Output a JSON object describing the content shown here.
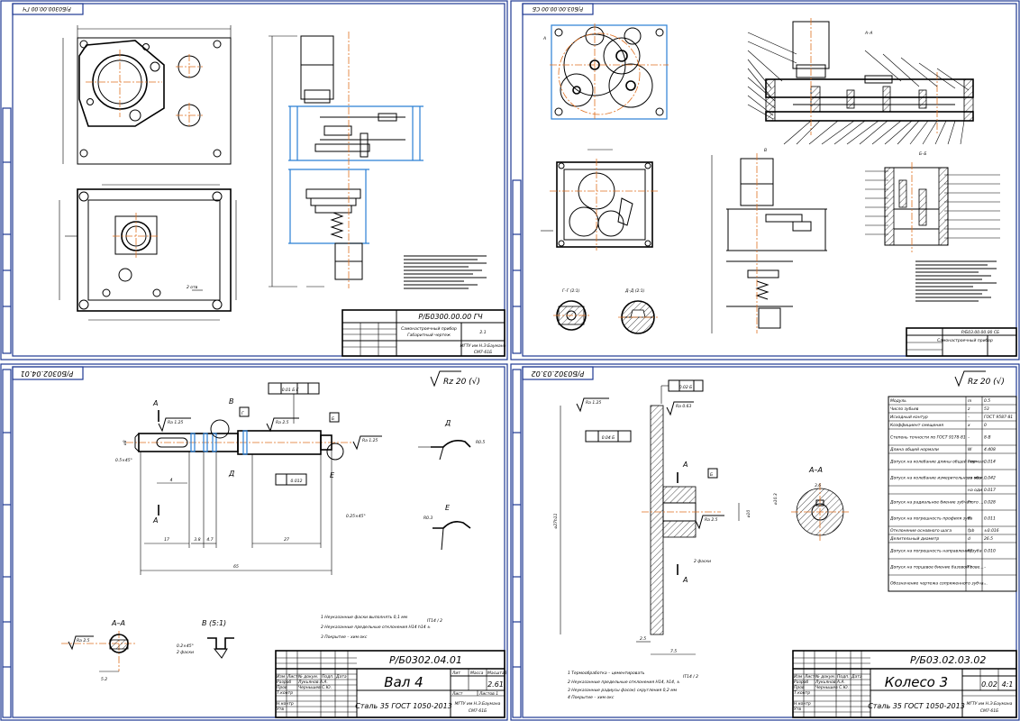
{
  "sheet_tl": {
    "code_rot": "Р/Б0300.00.00 ГЧ",
    "title_code": "Р/Б0300.00.00 ГЧ",
    "title_name1": "Самонастроечный прибор",
    "title_name2": "Габаритный чертеж",
    "title_org": "МГТУ им Н.Э.Баумана",
    "title_group": "СМ7-61Б",
    "title_sheet": "2.1"
  },
  "sheet_tr": {
    "code_rot": "Р/Б03.00.00.00 СБ",
    "section_a": "А–А",
    "section_b": "Б–Б",
    "section_g": "Г–Г (2:1)",
    "section_d": "Д–Д (2:1)",
    "view_v": "В",
    "title_code": "Р/Б03.00.00.00 СБ",
    "title_name": "Самонастроечный прибор"
  },
  "sheet_bl": {
    "code_rot": "Р/Б0302.04.01",
    "roughness": "Rz 20 (√)",
    "tol_frame": "0.01 Б Г",
    "tol_frame2": "0.012",
    "ra1": "Ra 1.25",
    "ra2": "Ra 2.5",
    "ra3": "Ra 1.25",
    "ra4": "Ra 2.5",
    "label_a": "А",
    "label_v": "В",
    "label_g": "Г",
    "label_d": "Д",
    "label_e": "Е",
    "label_b": "Б",
    "dim_17": "17",
    "dim_27": "27",
    "dim_65": "65",
    "dim_4": "4",
    "dim_3": "3.8",
    "dim_47": "4.7",
    "dim_ch1": "0.5×45°",
    "dim_ch2": "0.25×45°",
    "dim_d8": "⌀8",
    "dim_r05": "R0.5",
    "dim_r03": "R0.3",
    "det_d": "Д",
    "det_e": "Е",
    "sec_aa": "А–А",
    "sec_b": "В (5:1)",
    "dim_52": "5.2",
    "dim_bw": "0.2×45°",
    "dim_bw2": "2 фаски",
    "notes": [
      "1 Неуказанные фаски выполнять 0,1 мм",
      "2 Неуказанные предельные отклонения H14 h14 ±",
      "3 Покрытие – хим окс"
    ],
    "note_frac": "IT14 / 2",
    "title_code": "Р/Б0302.04.01",
    "title_name": "Вал 4",
    "title_material": "Сталь 35 ГОСТ 1050-2013",
    "title_org": "МГТУ им Н.Э.Баумана",
    "title_group": "СМ7-61Б",
    "title_mass": "2.61",
    "title_scale_hdr": [
      "Лит",
      "Масса",
      "Масштаб"
    ],
    "title_sheet_hdr": [
      "Лист",
      "Листов 1"
    ],
    "title_rows": [
      [
        "Изм",
        "Лист",
        "№ докум.",
        "Подп.",
        "Дата"
      ],
      [
        "Разраб",
        "Лукьянов А.А.",
        "",
        "",
        ""
      ],
      [
        "Пров",
        "Чернышев С.Ю.",
        "",
        "",
        ""
      ],
      [
        "Т.контр",
        "",
        "",
        "",
        ""
      ],
      [
        "",
        "",
        "",
        "",
        ""
      ],
      [
        "Н.контр",
        "",
        "",
        "",
        ""
      ],
      [
        "Утв",
        "",
        "",
        "",
        ""
      ]
    ]
  },
  "sheet_br": {
    "code_rot": "Р/Б0302.03.02",
    "roughness": "Rz 20 (√)",
    "tol_frame_top": "0.02 Б",
    "tol_frame_left": "0.04 Б",
    "ra1": "Ra 1.25",
    "ra2": "Ra 0.63",
    "ra3": "Ra 2.5",
    "label_a": "А",
    "label_b": "Б",
    "dim_big": "⌀27h11",
    "dim_d10": "⌀10",
    "dim_25": "2.5",
    "dim_75": "7.5",
    "dim_2fask": "2 фаски",
    "sec_aa": "А–А",
    "dim_sec": "⌀10.3",
    "dim_sec2": "3.6",
    "notes": [
      "1 Термообработка – цементировать",
      "2 Неуказанные предельные отклонения H14, h14, ±",
      "3 Неуказанные радиусы фасок) скругления 0,2 мм",
      "4 Покрытие – хим окс"
    ],
    "note_frac": "IT14 / 2",
    "param_table": [
      [
        "Модуль",
        "m",
        "0.5"
      ],
      [
        "Число зубьев",
        "z",
        "53"
      ],
      [
        "Исходный контур",
        "–",
        "ГОСТ 9587-81"
      ],
      [
        "Коэффициент смещения",
        "x",
        "0"
      ],
      [
        "Степень точности по ГОСТ 9178-81",
        "–",
        "8-B"
      ],
      [
        "Длина общей нормали",
        "W",
        "4.408"
      ],
      [
        "Допуск на колебание длины общей нормали",
        "Fvw",
        "0.014"
      ],
      [
        "Допуск на колебание измерительного межосевого расстояния",
        "за оборот колеса",
        "0.042"
      ],
      [
        "",
        "на один зуб",
        "0.017"
      ],
      [
        "Допуск на радиальное биение зубчатого венца",
        "Fr",
        "0.028"
      ],
      [
        "Допуск на погрешность профиля зуба",
        "ff",
        "0.011"
      ],
      [
        "Отклонение основного шага",
        "fpb",
        "±0.016"
      ],
      [
        "Делительный диаметр",
        "d",
        "26.5"
      ],
      [
        "Допуск на погрешность направления зуба",
        "Fβ",
        "0.010"
      ],
      [
        "Допуск на торцевое биение базовой поверхности",
        "Ft",
        "–"
      ],
      [
        "Обозначение чертежа сопряженного зубчатого колеса",
        "",
        "–"
      ]
    ],
    "title_code": "Р/Б03.02.03.02",
    "title_name": "Колесо 3",
    "title_material": "Сталь 35 ГОСТ 1050-2013",
    "title_org": "МГТУ им Н.Э.Баумана",
    "title_group": "СМ7-61Б",
    "title_mass": "0.02",
    "title_scale": "4:1",
    "title_rows": [
      [
        "Изм",
        "Лист",
        "№ докум.",
        "Подп.",
        "Дата"
      ],
      [
        "Разраб",
        "Лукьянов А.А.",
        "",
        "",
        ""
      ],
      [
        "Пров",
        "Чернышев С.Ю.",
        "",
        "",
        ""
      ],
      [
        "Т.контр",
        "",
        "",
        "",
        ""
      ],
      [
        "",
        "",
        "",
        "",
        ""
      ],
      [
        "Н.контр",
        "",
        "",
        "",
        ""
      ],
      [
        "Утв",
        "",
        "",
        "",
        ""
      ]
    ]
  }
}
